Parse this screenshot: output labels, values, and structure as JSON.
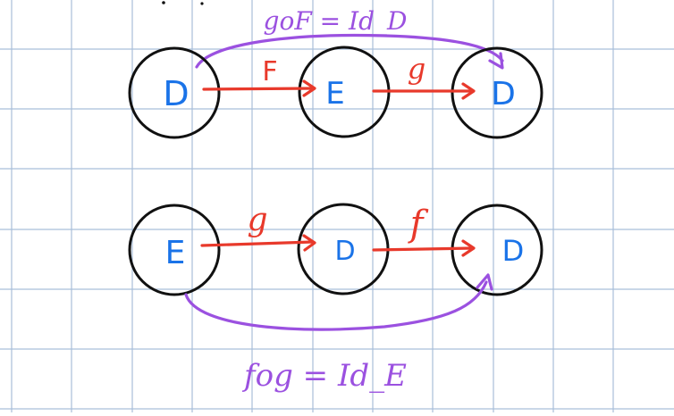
{
  "colors": {
    "paper": "#ffffff",
    "grid": "#a9bfd9",
    "node_stroke": "#111111",
    "node_label": "#1a73e8",
    "arrow": "#e8392b",
    "composite": "#9b51e0"
  },
  "top_row": {
    "nodes": [
      "D",
      "E",
      "D"
    ],
    "arrow_labels": [
      "F",
      "g"
    ],
    "composite_label": "goF = Id_D"
  },
  "bottom_row": {
    "nodes": [
      "E",
      "D",
      "D"
    ],
    "arrow_labels": [
      "g",
      "f"
    ],
    "composite_label": "fog = Id_E"
  }
}
